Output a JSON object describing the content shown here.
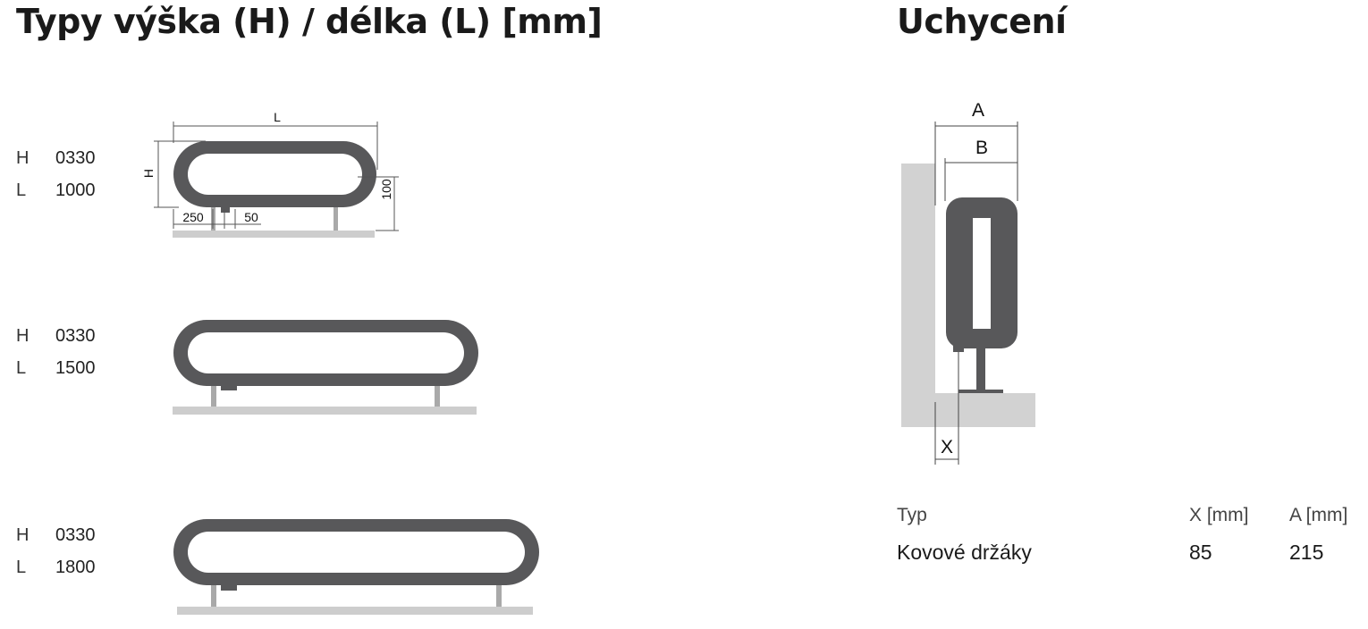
{
  "titles": {
    "types": "Typy výška (H) / délka (L) [mm]",
    "mounting": "Uchycení"
  },
  "types": [
    {
      "h_label": "H",
      "h_value": "0330",
      "l_label": "L",
      "l_value": "1000"
    },
    {
      "h_label": "H",
      "h_value": "0330",
      "l_label": "L",
      "l_value": "1500"
    },
    {
      "h_label": "H",
      "h_value": "0330",
      "l_label": "L",
      "l_value": "1800"
    }
  ],
  "drawing_labels": {
    "length": "L",
    "height": "H",
    "leg_height": "100",
    "leg_offset": "250",
    "leg_spacing": "50"
  },
  "mount_labels": {
    "a": "A",
    "b": "B",
    "x": "X"
  },
  "table": {
    "headers": {
      "type": "Typ",
      "x": "X [mm]",
      "a": "A [mm]"
    },
    "rows": [
      {
        "type": "Kovové držáky",
        "x": "85",
        "a": "215"
      }
    ]
  },
  "colors": {
    "radiator": "#58585a",
    "floor": "#cdcdcd",
    "wall": "#d2d2d2",
    "leg": "#a9a9a9"
  }
}
